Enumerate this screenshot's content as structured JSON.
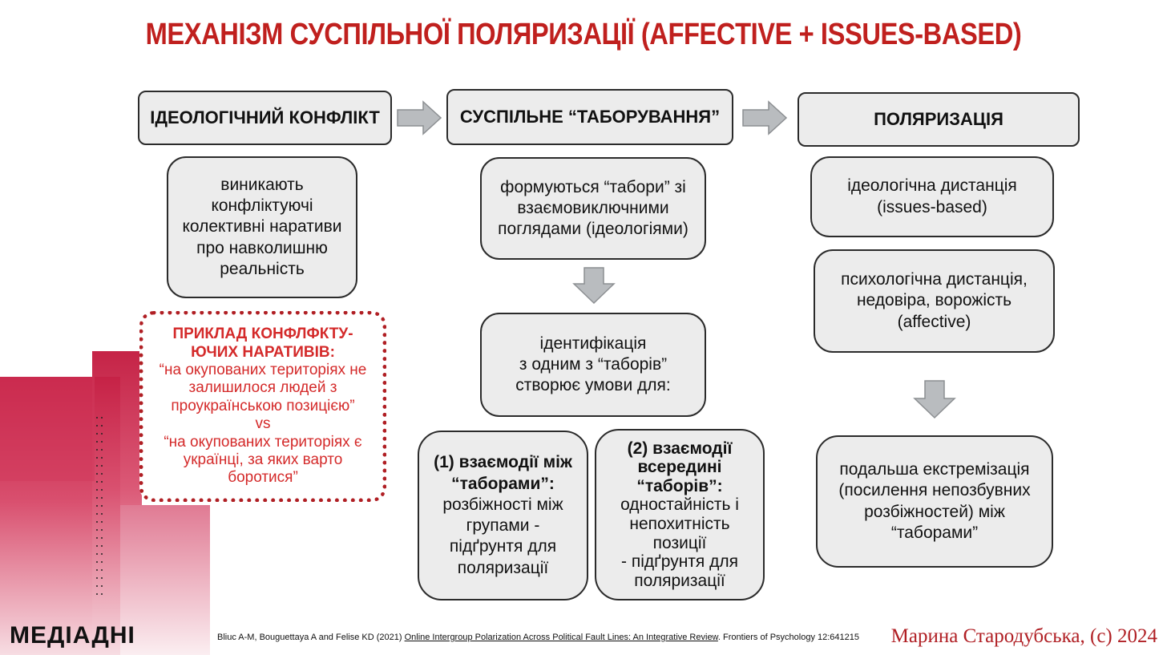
{
  "title": "МЕХАНІЗМ СУСПІЛЬНОЇ ПОЛЯРИЗАЦІЇ (AFFECTIVE + ISSUES-BASED)",
  "headers": {
    "conflict": "ІДЕОЛОГІЧНИЙ КОНФЛІКТ",
    "camps": "СУСПІЛЬНЕ “ТАБОРУВАННЯ”",
    "polarization": "ПОЛЯРИЗАЦІЯ"
  },
  "col1": {
    "narratives": [
      "виникають",
      "конфліктуючі",
      "колективні наративи",
      "про навколишню",
      "реальність"
    ]
  },
  "example": {
    "title": [
      "ПРИКЛАД КОНФЛФКТУ-",
      "ЮЧИХ НАРАТИВІВ:"
    ],
    "body": [
      "“на окупованих територіях не",
      "залишилося людей з",
      "проукраїнською позицією”",
      "vs",
      "“на окупованих територіях є",
      "українці, за яких варто",
      "боротися”"
    ]
  },
  "col2": {
    "camps_form": [
      "формуються “табори” зі",
      "взаємовиключними",
      "поглядами (ідеологіями)"
    ],
    "identification": [
      "ідентифікація",
      "з одним з “таборів”",
      "створює умови для:"
    ],
    "between": {
      "bold": [
        "(1) взаємодії між",
        "“таборами”:"
      ],
      "text": [
        "розбіжності між",
        "групами -",
        "підґрунтя для",
        "поляризації"
      ]
    },
    "within": {
      "bold": [
        "(2) взаємодії",
        "всередині",
        "“таборів”:"
      ],
      "text": [
        "одностайність і",
        "непохитність позиції",
        "- підґрунтя для",
        "поляризації"
      ]
    }
  },
  "col3": {
    "ideological": [
      "ідеологічна дистанція",
      "(issues-based)"
    ],
    "psychological": [
      "психологічна дистанція,",
      "недовіра, ворожість",
      "(affective)"
    ],
    "extremization": [
      "подальша екстремізація",
      "(посилення непозбувних",
      "розбіжностей) між",
      "“таборами”"
    ]
  },
  "footer": {
    "logo": "МЕДІАДНІ",
    "citation_prefix": "Bliuc A-M, Bouguettaya A and Felise KD (2021) ",
    "citation_link": "Online Intergroup Polarization Across Political Fault Lines: An Integrative Review",
    "citation_suffix": ". Frontiers of Psychology 12:641215",
    "author": "Марина Стародубська, (с) 2024"
  },
  "colors": {
    "title_red": "#c0201e",
    "example_red": "#d42a2a",
    "box_fill": "#ececec",
    "arrow_fill": "#b9bcbf"
  }
}
